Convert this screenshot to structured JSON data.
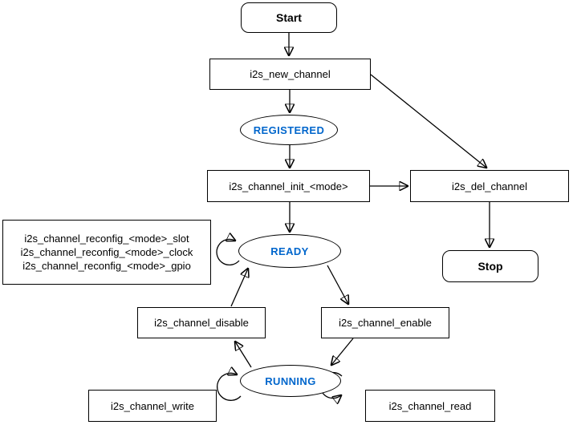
{
  "diagram": {
    "type": "state-flowchart",
    "colors": {
      "stroke": "#000000",
      "node_fill": "#FFFFFF",
      "state_label_text": "#0066CC",
      "label_text": "#000000"
    },
    "nodes": {
      "start": {
        "label": "Start",
        "shape": "rounded-rect"
      },
      "new_channel": {
        "label": "i2s_new_channel",
        "shape": "rect"
      },
      "registered": {
        "label": "REGISTERED",
        "shape": "ellipse"
      },
      "init": {
        "label": "i2s_channel_init_<mode>",
        "shape": "rect"
      },
      "del_channel": {
        "label": "i2s_del_channel",
        "shape": "rect"
      },
      "stop": {
        "label": "Stop",
        "shape": "rounded-rect"
      },
      "ready": {
        "label": "READY",
        "shape": "ellipse"
      },
      "reconfig": {
        "shape": "rect",
        "lines": [
          "i2s_channel_reconfig_<mode>_slot",
          "i2s_channel_reconfig_<mode>_clock",
          "i2s_channel_reconfig_<mode>_gpio"
        ]
      },
      "disable": {
        "label": "i2s_channel_disable",
        "shape": "rect"
      },
      "enable": {
        "label": "i2s_channel_enable",
        "shape": "rect"
      },
      "running": {
        "label": "RUNNING",
        "shape": "ellipse"
      },
      "write": {
        "label": "i2s_channel_write",
        "shape": "rect"
      },
      "read": {
        "label": "i2s_channel_read",
        "shape": "rect"
      }
    },
    "edges": [
      {
        "from": "Start",
        "to": "i2s_new_channel"
      },
      {
        "from": "i2s_new_channel",
        "to": "REGISTERED"
      },
      {
        "from": "i2s_new_channel",
        "to": "i2s_del_channel"
      },
      {
        "from": "REGISTERED",
        "to": "i2s_channel_init_<mode>"
      },
      {
        "from": "i2s_channel_init_<mode>",
        "to": "i2s_del_channel"
      },
      {
        "from": "i2s_channel_init_<mode>",
        "to": "READY"
      },
      {
        "from": "i2s_del_channel",
        "to": "Stop"
      },
      {
        "from": "READY",
        "to": "READY",
        "note": "self-loop (reconfig functions)"
      },
      {
        "from": "i2s_channel_disable",
        "to": "READY"
      },
      {
        "from": "READY",
        "to": "i2s_channel_enable"
      },
      {
        "from": "i2s_channel_enable",
        "to": "RUNNING"
      },
      {
        "from": "RUNNING",
        "to": "i2s_channel_disable"
      },
      {
        "from": "RUNNING",
        "to": "RUNNING",
        "note": "self-loop left (write)"
      },
      {
        "from": "RUNNING",
        "to": "RUNNING",
        "note": "self-loop right (read)"
      }
    ]
  }
}
